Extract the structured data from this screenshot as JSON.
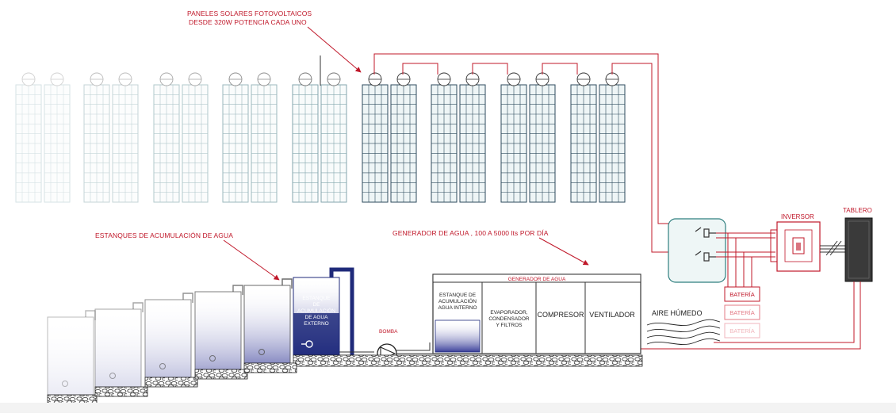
{
  "callouts": {
    "panels_line1": "PANELES SOLARES FOTOVOLTAICOS",
    "panels_line2": "DESDE 320W POTENCIA CADA UNO",
    "tanks": "ESTANQUES DE ACUMULACIÓN DE AGUA",
    "generator": "GENERADOR DE AGUA , 100 A 5000 lts  POR DÍA"
  },
  "equipment": {
    "inverter": "INVERSOR",
    "board": "TABLERO",
    "batteries": [
      "BATERÍA",
      "BATERÍA",
      "BATERÍA"
    ],
    "pump": "BOMBA",
    "humid_air": "AIRE HÚMEDO"
  },
  "external_tank": [
    "ESTANQUE",
    "DE",
    "ACUMULACIÓN",
    "DE AGUA",
    "EXTERNO"
  ],
  "generator_box": {
    "header": "GENERADOR DE AGUA",
    "internal_tank": [
      "ESTANQUE DE",
      "ACUMULACIÓN",
      "AGUA INTERNO"
    ],
    "evaporator": [
      "EVAPORADOR,",
      "CONDENSADOR",
      "Y FILTROS"
    ],
    "compressor": "COMPRESOR",
    "fan": "VENTILADOR"
  },
  "colors": {
    "accent_red": "#c0182a",
    "panel_dark": "#2d4a5c",
    "water_dark": "#1f2a7a",
    "inverter_box": "#2f7f7f",
    "board_dark": "#3a3a3a"
  }
}
